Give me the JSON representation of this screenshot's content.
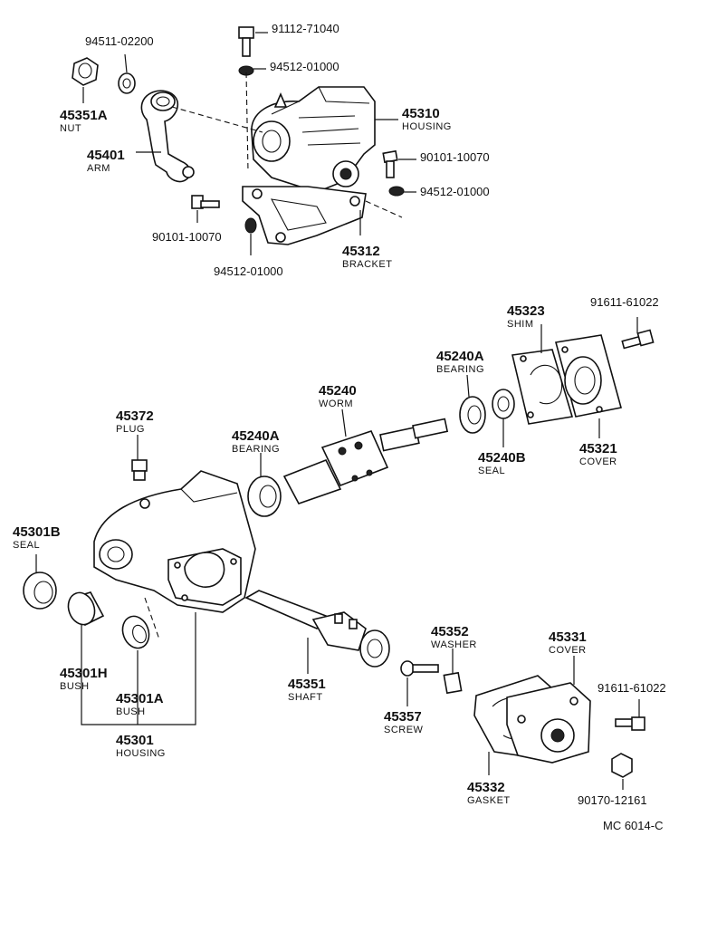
{
  "diagram_id": "MC 6014-C",
  "labels": [
    {
      "key": "p9451102200",
      "text": "94511-02200"
    },
    {
      "key": "p45351A",
      "text": "45351A",
      "name": "NUT"
    },
    {
      "key": "p45401",
      "text": "45401",
      "name": "ARM"
    },
    {
      "key": "p9111271040",
      "text": "91112-71040"
    },
    {
      "key": "p9451201000a",
      "text": "94512-01000"
    },
    {
      "key": "p45310",
      "text": "45310",
      "name": "HOUSING"
    },
    {
      "key": "p9010110070a",
      "text": "90101-10070"
    },
    {
      "key": "p9451201000b",
      "text": "94512-01000"
    },
    {
      "key": "p9010110070b",
      "text": "90101-10070"
    },
    {
      "key": "p45312",
      "text": "45312",
      "name": "BRACKET"
    },
    {
      "key": "p9451201000c",
      "text": "94512-01000"
    },
    {
      "key": "p45323",
      "text": "45323",
      "name": "SHIM"
    },
    {
      "key": "p9161161022a",
      "text": "91611-61022"
    },
    {
      "key": "p45240A_top",
      "text": "45240A",
      "name": "BEARING"
    },
    {
      "key": "p45240",
      "text": "45240",
      "name": "WORM"
    },
    {
      "key": "p45372",
      "text": "45372",
      "name": "PLUG"
    },
    {
      "key": "p45240A_left",
      "text": "45240A",
      "name": "BEARING"
    },
    {
      "key": "p45240B",
      "text": "45240B",
      "name": "SEAL"
    },
    {
      "key": "p45321",
      "text": "45321",
      "name": "COVER"
    },
    {
      "key": "p45301B",
      "text": "45301B",
      "name": "SEAL"
    },
    {
      "key": "p45352",
      "text": "45352",
      "name": "WASHER"
    },
    {
      "key": "p45331",
      "text": "45331",
      "name": "COVER"
    },
    {
      "key": "p45301H",
      "text": "45301H",
      "name": "BUSH"
    },
    {
      "key": "p45351",
      "text": "45351",
      "name": "SHAFT"
    },
    {
      "key": "p45301A",
      "text": "45301A",
      "name": "BUSH"
    },
    {
      "key": "p9161161022b",
      "text": "91611-61022"
    },
    {
      "key": "p45357",
      "text": "45357",
      "name": "SCREW"
    },
    {
      "key": "p45301",
      "text": "45301",
      "name": "HOUSING"
    },
    {
      "key": "p45332",
      "text": "45332",
      "name": "GASKET"
    },
    {
      "key": "p9017012161",
      "text": "90170-12161"
    }
  ]
}
